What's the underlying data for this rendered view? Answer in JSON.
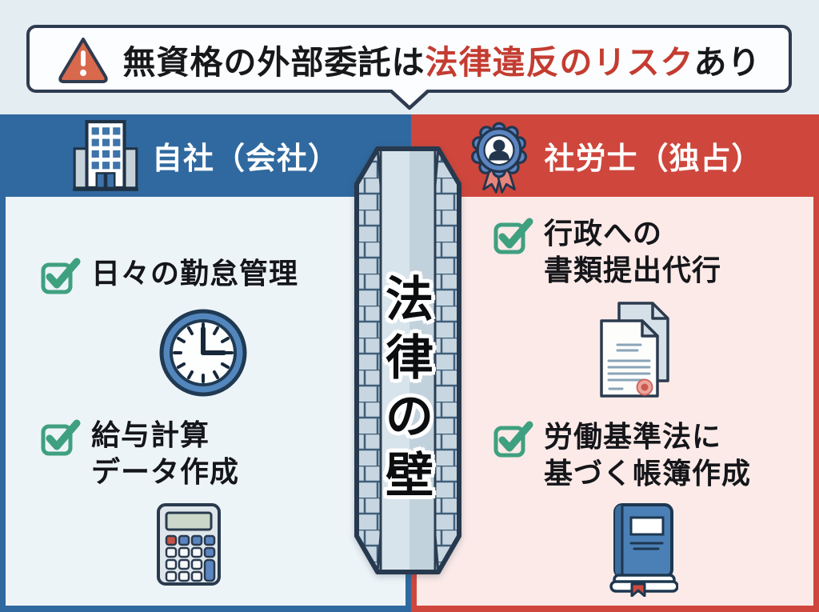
{
  "banner": {
    "prefix": "無資格の外部委託は",
    "highlight": "法律違反のリスク",
    "suffix": "あり"
  },
  "left_panel": {
    "title": "自社（会社）",
    "item1": {
      "line1": "日々の勤怠管理"
    },
    "item2": {
      "line1": "給与計算",
      "line2": "データ作成"
    }
  },
  "right_panel": {
    "title": "社労士（独占）",
    "item1": {
      "line1": "行政への",
      "line2": "書類提出代行"
    },
    "item2": {
      "line1": "労働基準法に",
      "line2": "基づく帳簿作成"
    }
  },
  "wall": {
    "label": "法律の壁",
    "chars": [
      "法",
      "律",
      "の",
      "壁"
    ]
  },
  "icons": {
    "banner": "warning-triangle-icon",
    "left_header": "office-building-icon",
    "right_header": "certification-badge-icon",
    "left_item1": "clock-icon",
    "left_item2": "calculator-icon",
    "right_item1": "documents-seal-icon",
    "right_item2": "ledger-book-icon",
    "checklist": "green-checkbox-icon"
  },
  "colors": {
    "company_blue": "#30699f",
    "sharoushi_red": "#cf463c",
    "highlight_red": "#c43c31",
    "check_green": "#3fa080",
    "panel_blue_bg": "#edf4f8",
    "panel_pink_bg": "#fbeae8",
    "outline_navy": "#2e3b50"
  }
}
